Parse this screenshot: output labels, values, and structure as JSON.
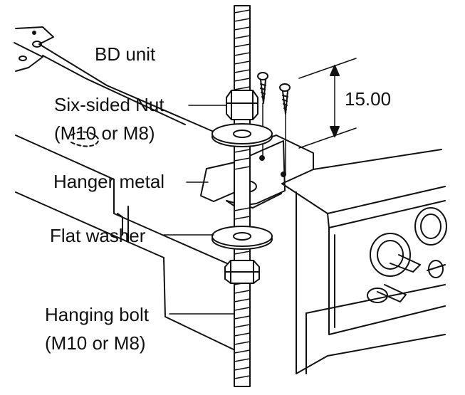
{
  "labels": {
    "unit": "BD unit",
    "nut_line1": "Six-sided Nut",
    "nut_line2": "(M10 or M8)",
    "hanger": "Hanger metal",
    "washer": "Flat washer",
    "bolt_line1": "Hanging bolt",
    "bolt_line2": "(M10 or M8)"
  },
  "dimension": "15.00"
}
